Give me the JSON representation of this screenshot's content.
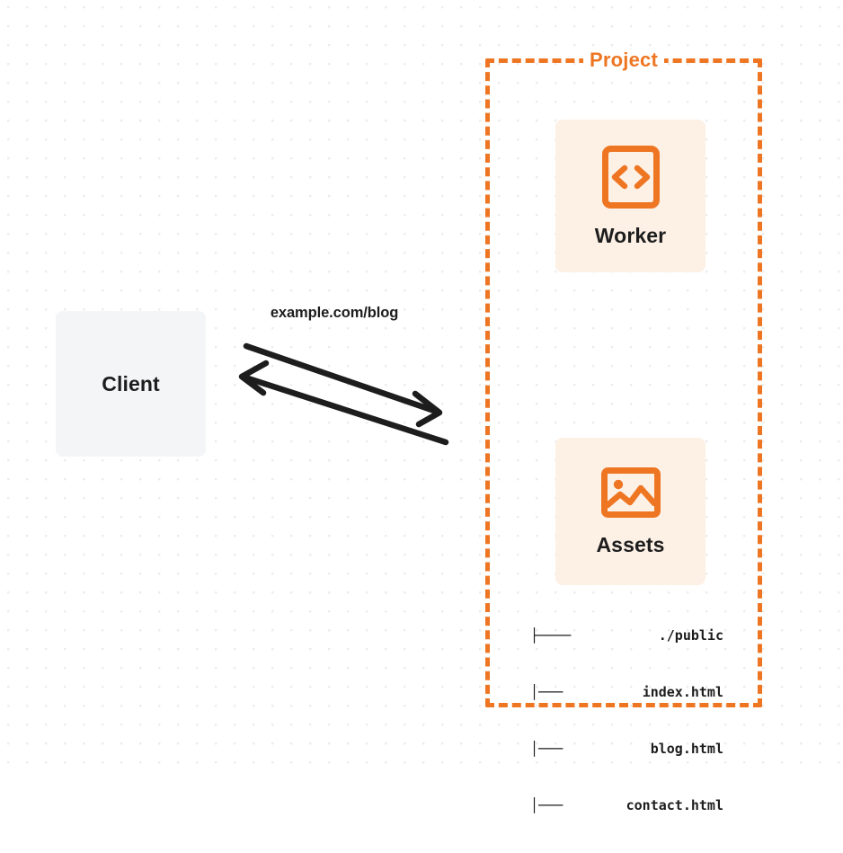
{
  "diagram": {
    "title": "Client to Cloudflare Project request flow",
    "colors": {
      "orange": "#ee7623",
      "orange_fill": "#fdf1e6",
      "gray_fill": "#f4f5f6",
      "text": "#1d1d1d",
      "dot_grid": "#ececec"
    },
    "client": {
      "label": "Client"
    },
    "connection": {
      "label": "example.com/blog",
      "request_direction": "client-to-project",
      "response_direction": "project-to-client"
    },
    "project": {
      "label": "Project",
      "nodes": [
        {
          "id": "worker",
          "label": "Worker",
          "icon": "code-brackets-icon"
        },
        {
          "id": "assets",
          "label": "Assets",
          "icon": "image-icon"
        }
      ],
      "file_tree": [
        {
          "branch": "├────",
          "label": "./public"
        },
        {
          "branch": "│───",
          "label": "index.html"
        },
        {
          "branch": "│───",
          "label": "blog.html"
        },
        {
          "branch": "│───",
          "label": "contact.html"
        }
      ]
    }
  }
}
